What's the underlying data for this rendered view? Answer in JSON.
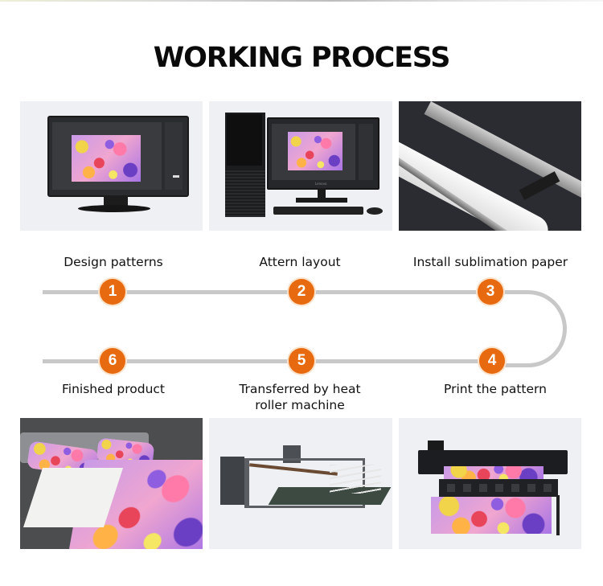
{
  "title": "WORKING PROCESS",
  "colors": {
    "accent": "#e86a10",
    "track": "#c8c8c8",
    "title": "#0a0a0a"
  },
  "steps": [
    {
      "number": "1",
      "label": "Design patterns",
      "image": "monitor-with-floral-design"
    },
    {
      "number": "2",
      "label": "Attern layout",
      "image": "desktop-computer-with-floral-design"
    },
    {
      "number": "3",
      "label": "Install sublimation paper",
      "image": "paper-roll-on-printer"
    },
    {
      "number": "4",
      "label": "Print the pattern",
      "image": "large-format-sublimation-printer"
    },
    {
      "number": "5",
      "label_line1": "Transferred by heat",
      "label_line2": "roller machine",
      "image": "heat-roller-transfer-machine"
    },
    {
      "number": "6",
      "label": "Finished product",
      "image": "floral-bedding-set"
    }
  ],
  "monitor_brand": "Lenovo"
}
